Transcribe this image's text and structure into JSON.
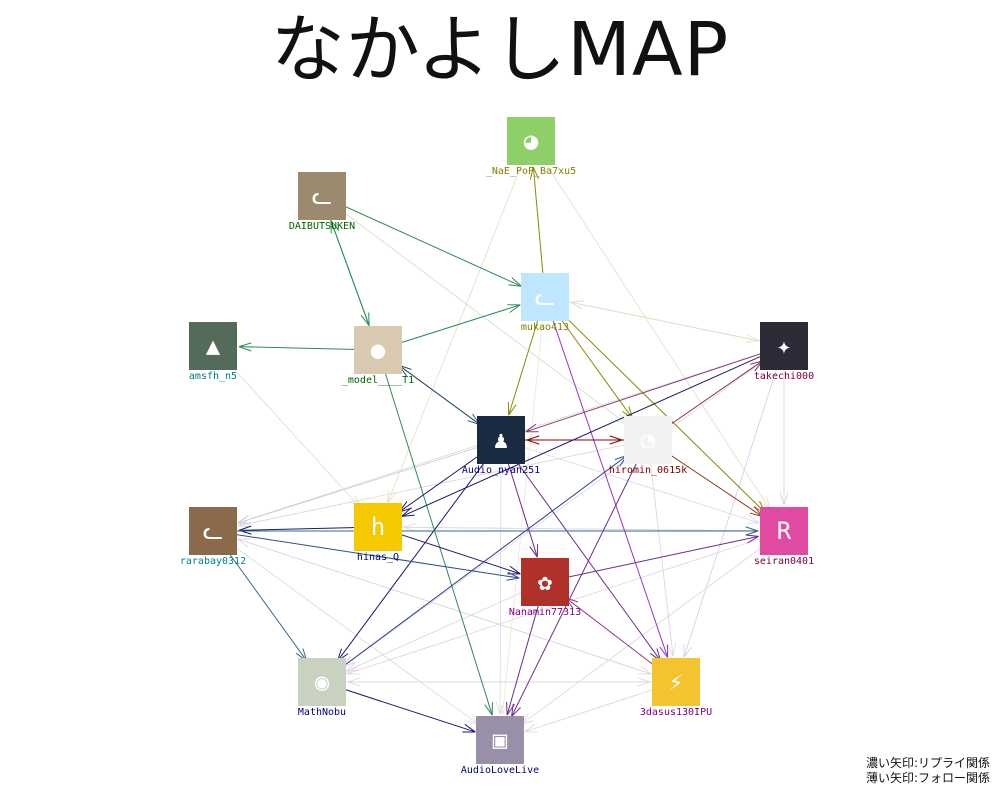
{
  "title": "なかよしMAP",
  "legend": {
    "reply": "濃い矢印:リプライ関係",
    "follow": "薄い矢印:フォロー関係"
  },
  "nodes": [
    {
      "id": "nae",
      "name": "_NaE_PoP_Ba7xu5",
      "color": "#808000",
      "avatar": "#8fcf6a",
      "icon": "green-hair-character-icon"
    },
    {
      "id": "daibutsu",
      "name": "DAIBUTSUKEN",
      "color": "#006400",
      "avatar": "#9c8a6e",
      "icon": "cat-photo-icon"
    },
    {
      "id": "mukao",
      "name": "mukao413",
      "color": "#808000",
      "avatar": "#bfe6ff",
      "icon": "cat-drawing-icon"
    },
    {
      "id": "amsfh",
      "name": "amsfh_n5",
      "color": "#008080",
      "avatar": "#556b5a",
      "icon": "street-photo-icon"
    },
    {
      "id": "model",
      "name": "_model____T1",
      "color": "#006400",
      "avatar": "#d8c9b0",
      "icon": "dessert-photo-icon"
    },
    {
      "id": "takechi",
      "name": "takechi000",
      "color": "#800040",
      "avatar": "#2c2c38",
      "icon": "anime-character-icon"
    },
    {
      "id": "audio",
      "name": "Audio_nyan251",
      "color": "#000080",
      "avatar": "#1a2a40",
      "icon": "red-figure-icon"
    },
    {
      "id": "hiromin",
      "name": "hiromin_0615k",
      "color": "#800000",
      "avatar": "#f2f2f2",
      "icon": "anime-girl-icon"
    },
    {
      "id": "rarabay",
      "name": "rarabay0312",
      "color": "#008080",
      "avatar": "#8a6a4a",
      "icon": "cat-photo-icon"
    },
    {
      "id": "hinas",
      "name": "hinas_Q",
      "color": "#000080",
      "avatar": "#f5c800",
      "icon": "yellow-character-icon"
    },
    {
      "id": "seiran",
      "name": "seiran0401",
      "color": "#800040",
      "avatar": "#e04aa0",
      "icon": "pink-hair-character-icon"
    },
    {
      "id": "nanamin",
      "name": "Nanamin77313",
      "color": "#800080",
      "avatar": "#b0302a",
      "icon": "red-hair-character-icon"
    },
    {
      "id": "mathnobu",
      "name": "MathNobu",
      "color": "#000080",
      "avatar": "#c9d2c0",
      "icon": "character-figure-icon"
    },
    {
      "id": "dasus",
      "name": "3dasus130IPU",
      "color": "#800080",
      "avatar": "#f4c430",
      "icon": "jolteon-icon"
    },
    {
      "id": "alive",
      "name": "AudioLoveLive",
      "color": "#000080",
      "avatar": "#9a8fa8",
      "icon": "event-photo-icon"
    }
  ],
  "edges": [
    {
      "from": "daibutsu",
      "to": "mukao",
      "kind": "reply",
      "color": "#2e8b57"
    },
    {
      "from": "daibutsu",
      "to": "model",
      "kind": "reply",
      "color": "#2e8b57"
    },
    {
      "from": "model",
      "to": "daibutsu",
      "kind": "reply",
      "color": "#2e8b57"
    },
    {
      "from": "model",
      "to": "amsfh",
      "kind": "reply",
      "color": "#2e8b57"
    },
    {
      "from": "model",
      "to": "mukao",
      "kind": "reply",
      "color": "#2e8b57"
    },
    {
      "from": "model",
      "to": "audio",
      "kind": "reply",
      "color": "#2f6b6b"
    },
    {
      "from": "audio",
      "to": "model",
      "kind": "reply",
      "color": "#2f4f6b"
    },
    {
      "from": "model",
      "to": "alive",
      "kind": "reply",
      "color": "#2e8b57"
    },
    {
      "from": "mukao",
      "to": "nae",
      "kind": "reply",
      "color": "#8b8b00"
    },
    {
      "from": "mukao",
      "to": "audio",
      "kind": "reply",
      "color": "#8b8b00"
    },
    {
      "from": "mukao",
      "to": "hiromin",
      "kind": "reply",
      "color": "#8b8b00"
    },
    {
      "from": "mukao",
      "to": "seiran",
      "kind": "reply",
      "color": "#8b8b00"
    },
    {
      "from": "mukao",
      "to": "dasus",
      "kind": "reply",
      "color": "#9932cc"
    },
    {
      "from": "audio",
      "to": "hiromin",
      "kind": "reply",
      "color": "#8b0000"
    },
    {
      "from": "hiromin",
      "to": "audio",
      "kind": "reply",
      "color": "#8b0000"
    },
    {
      "from": "hiromin",
      "to": "takechi",
      "kind": "reply",
      "color": "#8b3050"
    },
    {
      "from": "hiromin",
      "to": "seiran",
      "kind": "reply",
      "color": "#8b3a1a"
    },
    {
      "from": "takechi",
      "to": "audio",
      "kind": "reply",
      "color": "#8b3a6b"
    },
    {
      "from": "takechi",
      "to": "hinas",
      "kind": "reply",
      "color": "#191970"
    },
    {
      "from": "audio",
      "to": "hinas",
      "kind": "reply",
      "color": "#191970"
    },
    {
      "from": "audio",
      "to": "nanamin",
      "kind": "reply",
      "color": "#6a2c8b"
    },
    {
      "from": "audio",
      "to": "dasus",
      "kind": "reply",
      "color": "#6a2c8b"
    },
    {
      "from": "audio",
      "to": "mathnobu",
      "kind": "reply",
      "color": "#191970"
    },
    {
      "from": "hinas",
      "to": "rarabay",
      "kind": "reply",
      "color": "#191970"
    },
    {
      "from": "hinas",
      "to": "nanamin",
      "kind": "reply",
      "color": "#191970"
    },
    {
      "from": "rarabay",
      "to": "nanamin",
      "kind": "reply",
      "color": "#2f4f8b"
    },
    {
      "from": "rarabay",
      "to": "mathnobu",
      "kind": "reply",
      "color": "#2f6b8b"
    },
    {
      "from": "nanamin",
      "to": "seiran",
      "kind": "reply",
      "color": "#6a2c8b"
    },
    {
      "from": "nanamin",
      "to": "alive",
      "kind": "reply",
      "color": "#6a2c8b"
    },
    {
      "from": "hiromin",
      "to": "alive",
      "kind": "reply",
      "color": "#6a2c8b"
    },
    {
      "from": "mathnobu",
      "to": "alive",
      "kind": "reply",
      "color": "#191970"
    },
    {
      "from": "dasus",
      "to": "nanamin",
      "kind": "reply",
      "color": "#8b3a8b"
    },
    {
      "from": "mathnobu",
      "to": "hiromin",
      "kind": "reply",
      "color": "#2f3f8b"
    },
    {
      "from": "rarabay",
      "to": "seiran",
      "kind": "reply",
      "color": "#2f6b8b"
    },
    {
      "from": "nae",
      "to": "hinas",
      "kind": "follow",
      "color": "#e8dcc0"
    },
    {
      "from": "nae",
      "to": "seiran",
      "kind": "follow",
      "color": "#e8dcc0"
    },
    {
      "from": "daibutsu",
      "to": "hiromin",
      "kind": "follow",
      "color": "#c8e0c8"
    },
    {
      "from": "takechi",
      "to": "mukao",
      "kind": "follow",
      "color": "#e8c8c8"
    },
    {
      "from": "takechi",
      "to": "seiran",
      "kind": "follow",
      "color": "#d8c8e8"
    },
    {
      "from": "takechi",
      "to": "dasus",
      "kind": "follow",
      "color": "#d8c8e8"
    },
    {
      "from": "takechi",
      "to": "rarabay",
      "kind": "follow",
      "color": "#d8d8e8"
    },
    {
      "from": "takechi",
      "to": "mathnobu",
      "kind": "follow",
      "color": "#d8d8e8"
    },
    {
      "from": "audio",
      "to": "rarabay",
      "kind": "follow",
      "color": "#c8c8d8"
    },
    {
      "from": "audio",
      "to": "seiran",
      "kind": "follow",
      "color": "#d8d8e8"
    },
    {
      "from": "audio",
      "to": "alive",
      "kind": "follow",
      "color": "#d8d8e8"
    },
    {
      "from": "hiromin",
      "to": "rarabay",
      "kind": "follow",
      "color": "#e0d0d8"
    },
    {
      "from": "hiromin",
      "to": "dasus",
      "kind": "follow",
      "color": "#e0d0e0"
    },
    {
      "from": "hiromin",
      "to": "mathnobu",
      "kind": "follow",
      "color": "#d8d8e8"
    },
    {
      "from": "seiran",
      "to": "mathnobu",
      "kind": "follow",
      "color": "#e0d0e0"
    },
    {
      "from": "seiran",
      "to": "alive",
      "kind": "follow",
      "color": "#e0d0e0"
    },
    {
      "from": "seiran",
      "to": "hinas",
      "kind": "follow",
      "color": "#e0d0e0"
    },
    {
      "from": "rarabay",
      "to": "dasus",
      "kind": "follow",
      "color": "#d0dce0"
    },
    {
      "from": "rarabay",
      "to": "alive",
      "kind": "follow",
      "color": "#d0dce0"
    },
    {
      "from": "mathnobu",
      "to": "dasus",
      "kind": "follow",
      "color": "#d8d8e8"
    },
    {
      "from": "dasus",
      "to": "alive",
      "kind": "follow",
      "color": "#e0d0e0"
    },
    {
      "from": "dasus",
      "to": "mathnobu",
      "kind": "follow",
      "color": "#e0d0e0"
    },
    {
      "from": "dasus",
      "to": "rarabay",
      "kind": "follow",
      "color": "#e0d0e0"
    },
    {
      "from": "nanamin",
      "to": "mathnobu",
      "kind": "follow",
      "color": "#e0d0e0"
    },
    {
      "from": "hinas",
      "to": "seiran",
      "kind": "follow",
      "color": "#d8d8e8"
    },
    {
      "from": "mukao",
      "to": "alive",
      "kind": "follow",
      "color": "#e8e8d0"
    },
    {
      "from": "mukao",
      "to": "takechi",
      "kind": "follow",
      "color": "#e8dcc0"
    },
    {
      "from": "amsfh",
      "to": "hinas",
      "kind": "follow",
      "color": "#d0e0e0"
    }
  ]
}
